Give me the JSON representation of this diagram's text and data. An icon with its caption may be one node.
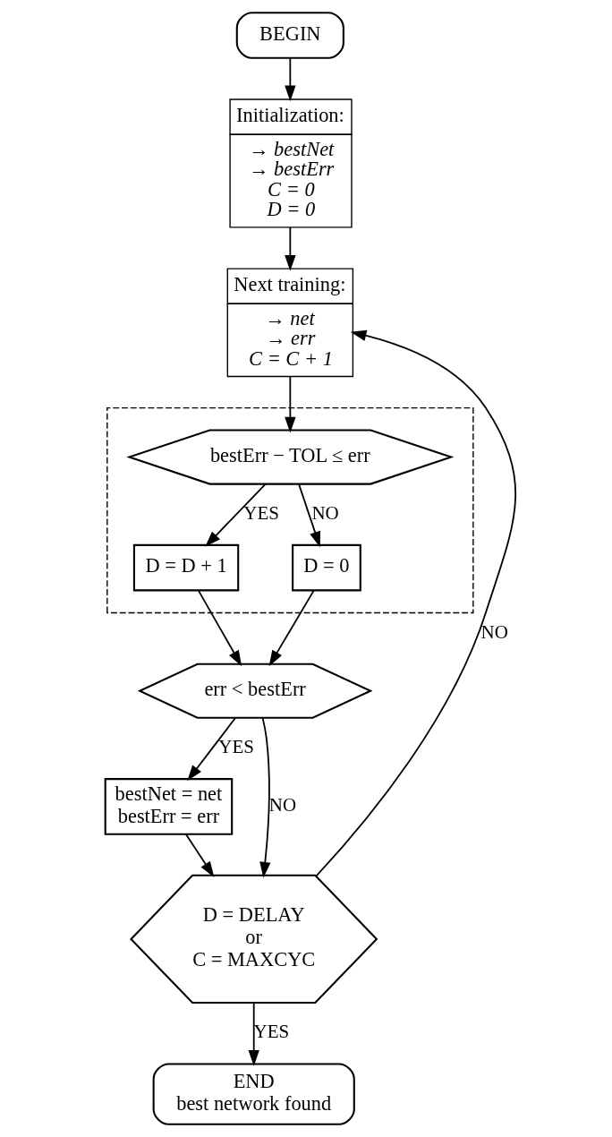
{
  "diagram": {
    "nodes": [
      {
        "text": [
          "BEGIN"
        ]
      },
      {
        "text": [
          "Initialization:",
          "→ bestNet",
          "→ bestErr",
          "C = 0",
          "D = 0"
        ]
      },
      {
        "text": [
          "Next training:",
          "→ net",
          "→ err",
          "C = C + 1"
        ]
      },
      {
        "text": [],
        "shape": "box"
      },
      {
        "text": [
          "bestErr − TOL ≤ err"
        ],
        "in": 3
      },
      {
        "text": [
          "D = D + 1"
        ],
        "in": 3
      },
      {
        "text": [
          "D = 0"
        ],
        "in": 3
      },
      {
        "text": [
          "err < bestErr"
        ]
      },
      {
        "text": [
          "bestNet = net",
          "bestErr = err"
        ]
      },
      {
        "text": [
          "D = DELAY",
          "or",
          "C = MAXCYC"
        ]
      },
      {
        "text": [
          "END",
          "best network found"
        ]
      }
    ],
    "edges": [
      {
        "from": 0,
        "to": 1,
        "arrow": "to"
      },
      {
        "from": 1,
        "to": 2,
        "arrow": "to"
      },
      {
        "from": 2,
        "to": 4,
        "arrow": "to"
      },
      {
        "from": 4,
        "to": 5,
        "arrow": "to",
        "label": "YES"
      },
      {
        "from": 4,
        "to": 6,
        "arrow": "to",
        "label": "NO"
      },
      {
        "from": 5,
        "to": 7,
        "arrow": "to"
      },
      {
        "from": 6,
        "to": 7,
        "arrow": "to"
      },
      {
        "from": 7,
        "to": 8,
        "arrow": "to",
        "label": "YES"
      },
      {
        "from": 7,
        "to": 9,
        "arrow": "to",
        "label": "NO"
      },
      {
        "from": 8,
        "to": 9,
        "arrow": "to"
      },
      {
        "from": 9,
        "to": 10,
        "arrow": "to",
        "label": "YES"
      },
      {
        "from": 9,
        "to": 2,
        "arrow": "to",
        "label": "NO"
      }
    ]
  }
}
